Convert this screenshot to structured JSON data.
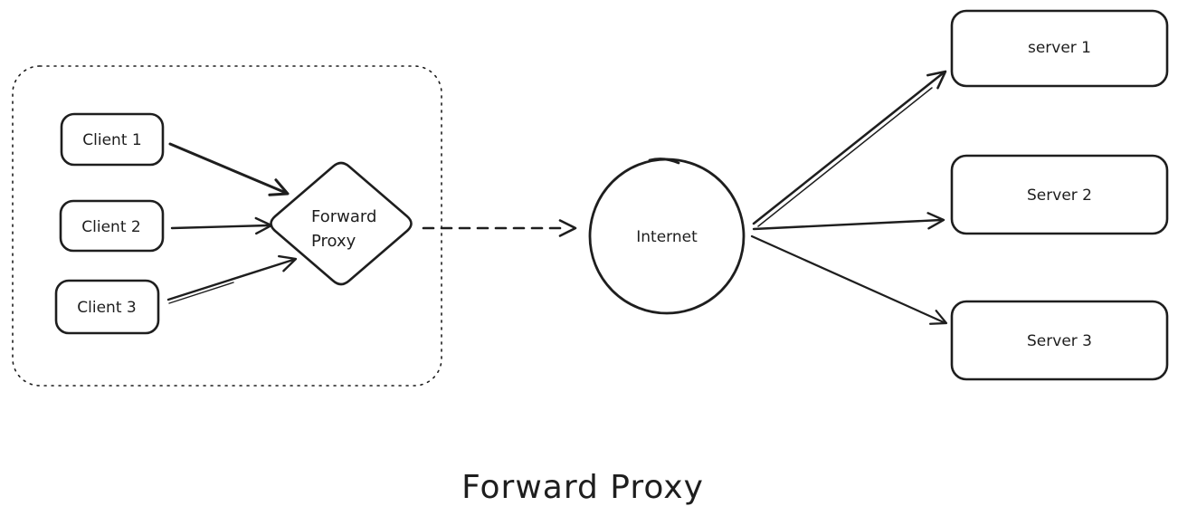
{
  "diagram": {
    "title": "Forward Proxy",
    "stroke_color": "#1e1e1e",
    "background_color": "#ffffff",
    "client_group": {
      "clients": [
        {
          "label": "Client 1"
        },
        {
          "label": "Client 2"
        },
        {
          "label": "Client 3"
        }
      ]
    },
    "proxy": {
      "label_line1": "Forward",
      "label_line2": "Proxy"
    },
    "internet": {
      "label": "Internet"
    },
    "servers": [
      {
        "label": "server 1"
      },
      {
        "label": "Server 2"
      },
      {
        "label": "Server 3"
      }
    ],
    "edges": [
      {
        "from": "Client 1",
        "to": "Forward Proxy",
        "style": "solid-arrow"
      },
      {
        "from": "Client 2",
        "to": "Forward Proxy",
        "style": "solid-arrow"
      },
      {
        "from": "Client 3",
        "to": "Forward Proxy",
        "style": "solid-arrow"
      },
      {
        "from": "Forward Proxy",
        "to": "Internet",
        "style": "dashed-arrow"
      },
      {
        "from": "Internet",
        "to": "server 1",
        "style": "solid-arrow"
      },
      {
        "from": "Internet",
        "to": "Server 2",
        "style": "solid-arrow"
      },
      {
        "from": "Internet",
        "to": "Server 3",
        "style": "solid-arrow"
      }
    ]
  }
}
